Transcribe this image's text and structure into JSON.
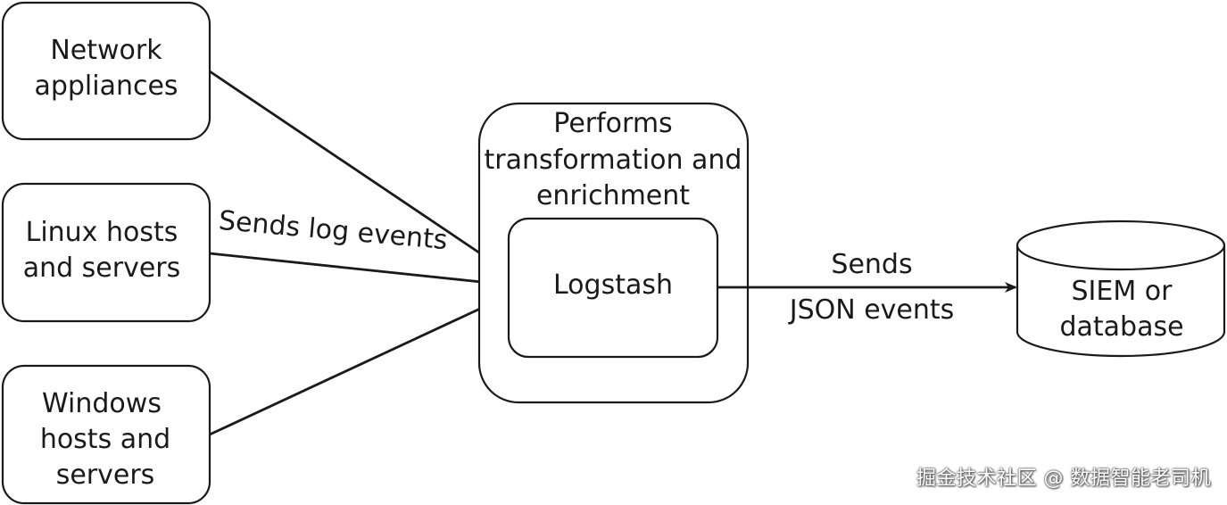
{
  "sources": {
    "network": {
      "line1": "Network",
      "line2": "appliances"
    },
    "linux": {
      "line1": "Linux hosts",
      "line2": "and servers"
    },
    "windows": {
      "line1": "Windows",
      "line2": "hosts and",
      "line3": "servers"
    }
  },
  "edge_labels": {
    "sends_log_events": "Sends log events",
    "sends_json_line1": "Sends",
    "sends_json_line2": "JSON events"
  },
  "processor": {
    "description_line1": "Performs",
    "description_line2": "transformation and",
    "description_line3": "enrichment",
    "name": "Logstash"
  },
  "destination": {
    "line1": "SIEM or",
    "line2": "database"
  },
  "watermark": "掘金技术社区 @ 数据智能老司机"
}
